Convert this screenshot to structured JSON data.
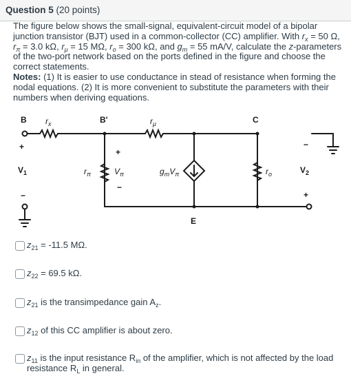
{
  "question": {
    "title": "Question 5",
    "points": "(20 points)",
    "intro_1": "The figure below shows the small-signal, equivalent-circuit model of a bipolar junction transistor (BJT) used in a common-collector (CC) amplifier. With ",
    "rx_value": " = 50 Ω,",
    "rpi_value": " = 3.0 kΩ, ",
    "rmu_value": " = 15 MΩ, ",
    "ro_value": " = 300 kΩ, and ",
    "gm_value": " = 55 mA/V, calculate the ",
    "intro_2": "-parameters of the two-port network based on the ports defined in the figure and choose the correct statements.",
    "notes_label": "Notes:",
    "notes_text": " (1) It is easier to use conductance in stead of resistance when forming the nodal equations. (2) It is more convenient to substitute the parameters with their numbers when deriving equations."
  },
  "circuit": {
    "node_B": "B",
    "node_Bprime": "B'",
    "node_C": "C",
    "node_E": "E",
    "plus": "+",
    "minus": "−",
    "v1": "V",
    "v1_sub": "1",
    "v2": "V",
    "v2_sub": "2",
    "r": "r",
    "sub_x": "x",
    "sub_pi": "π",
    "sub_mu": "μ",
    "sub_o": "o",
    "vpi_v": "V",
    "gm_g": "g",
    "gm_m": "m"
  },
  "answers": [
    {
      "z": "z",
      "sub": "21",
      "text": " = -11.5 MΩ."
    },
    {
      "z": "z",
      "sub": "22",
      "text": " = 69.5 kΩ."
    },
    {
      "z": "z",
      "sub": "21",
      "text": " is the transimpedance gain A",
      "tail_sub": "z",
      "tail": "."
    },
    {
      "z": "z",
      "sub": "12",
      "text": " of this CC amplifier is about zero."
    },
    {
      "z": "z",
      "sub": "11",
      "text": " is the input resistance R",
      "tail_sub": "in",
      "text2": " of the amplifier, which is not affected by the load resistance R",
      "tail_sub2": "L",
      "tail": " in general."
    }
  ]
}
